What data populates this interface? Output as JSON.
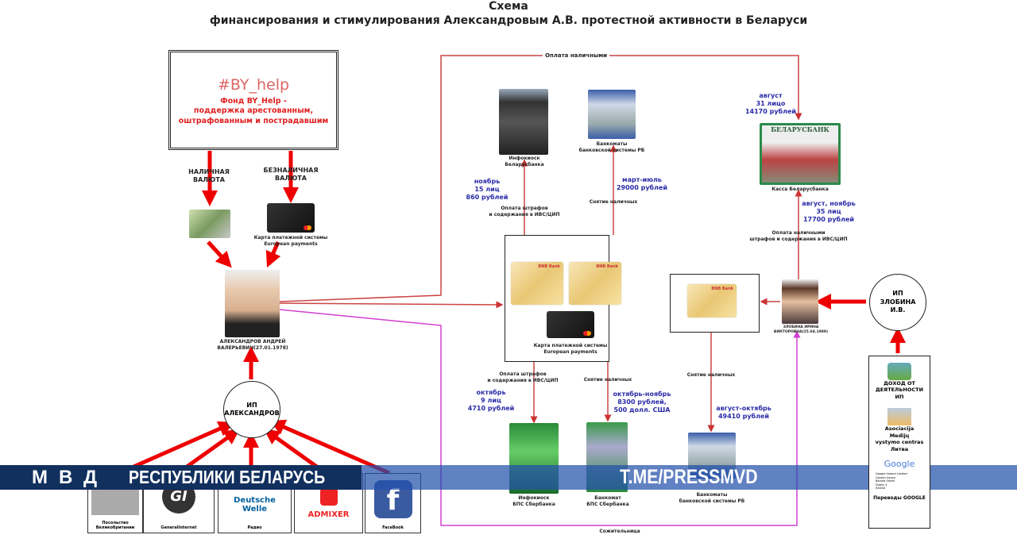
{
  "title": {
    "line1": "Схема",
    "line2": "финансирования и стимулирования  Александровым А.В. протестной активности в Беларуси"
  },
  "fund": {
    "hashtag": "#BY_help",
    "name": "Фонд BY_Help -\nподдержка арестованным,\nоштрафованным и пострадавшим"
  },
  "left": {
    "cash_label": "НАЛИЧНАЯ\nВАЛЮТА",
    "noncash_label": "БЕЗНАЛИЧНАЯ\nВАЛЮТА",
    "card_caption": "Карта платежной системы\nEuropean payments",
    "person_caption": "АЛЕКСАНДРОВ АНДРЕЙ\nВАЛЕРЬЕВИЧ(27.01.1978)",
    "ip_circle": "ИП\nАЛЕКСАНДРОВ"
  },
  "sources": [
    {
      "logo": "",
      "caption": "Посольство\nВеликобритании"
    },
    {
      "logo": "GI",
      "caption": "GeneralInternet"
    },
    {
      "logo": "Deutsche\nWelle",
      "caption": "Радио"
    },
    {
      "logo": "ADMIXER",
      "caption": ""
    },
    {
      "logo": "f",
      "caption": "FaceBook"
    }
  ],
  "center": {
    "top_line_label": "Оплата наличными",
    "infokiosk_caption": "Инфокиоск\nБеларусбанка",
    "atm_caption": "Банкоматы\nбанковской системы РБ",
    "nov_amount": "ноябрь\n15 лиц\n860 рублей",
    "fines_label_top": "Оплата штрафов\nи содержания в ИВС/ЦИП",
    "mar_jul_amount": "март-июль\n29000 рублей",
    "withdraw_label_top": "Снятие наличных",
    "bank_name": "BNB Bank",
    "card_caption": "Карта платежной системы\nEuropean payments",
    "fines_label_bottom": "Оплата штрафов\nи содержания в ИВС/ЦИП",
    "withdraw_label_bottom": "Снятие наличных",
    "oct_amount": "октябрь\n9 лиц\n4710 рублей",
    "oct_nov_amount": "октябрь-ноябрь\n8300 рублей,\n500 долл. США",
    "sber_kiosk_caption": "Инфокиоск\nБПС Сбербанка",
    "sber_atm_caption": "Банкомат\nБПС Сбербанка",
    "cohabitant_label": "Сожительница"
  },
  "right": {
    "aug_amount": "август\n31 лицо\n14170 рублей",
    "belarusbank_sign": "БЕЛАРУСБАНК",
    "kassa_caption": "Касса Беларусбанка",
    "aug_nov_amount": "август, ноябрь\n35 лиц\n17700 рублей",
    "cash_fines_label": "Оплата наличными\nштрафов и содержания в ИВС/ЦИП",
    "withdraw_label": "Снятие наличных",
    "aug_oct_amount": "август-октябрь\n49410 рублей",
    "atm_caption": "Банкоматы\nбанковской системы РБ",
    "person_caption": "ЗЛОБИНА ИРИНА\nВИКТОРОВНА(25.04.1989)",
    "ip_circle": "ИП\nЗЛОБИНА\nИ.В.",
    "income_label": "ДОХОД ОТ\nДЕЯТЕЛЬНОСТИ\nИП",
    "association_label": "Asociacija\nMedijų\nvystymo centras\nЛитва",
    "google_logo": "Google",
    "google_address": "Google Ireland Limited\nGordon House\nBarrow Street\nDublin 4\nIreland",
    "google_label": "Переводы GOOGLE"
  },
  "watermark": {
    "mvd": "МВД",
    "republic": "РЕСПУБЛИКИ БЕЛАРУСЬ",
    "channel": "T.ME/PRESSMVD"
  }
}
